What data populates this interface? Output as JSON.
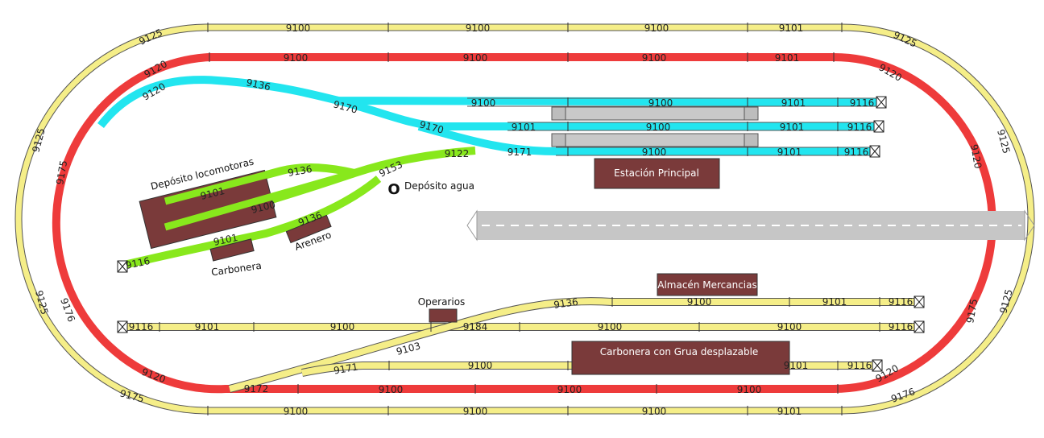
{
  "colors": {
    "outer_track": "#f5ee88",
    "red_track": "#ee3b3b",
    "cyan_track": "#22e5ef",
    "green_track": "#88e81c",
    "building": "#7a3a3a",
    "platform": "#bdbdbd",
    "road": "#c6c6c6"
  },
  "track_labels": {
    "outer_top": [
      "9100",
      "9100",
      "9100",
      "9101"
    ],
    "outer_bottom": [
      "9100",
      "9100",
      "9100",
      "9101"
    ],
    "outer_curves": [
      "9125",
      "9125",
      "9125",
      "9125",
      "9125",
      "9125",
      "9175",
      "9176"
    ],
    "red_top": [
      "9100",
      "9100",
      "9100",
      "9101"
    ],
    "red_bottom": [
      "9100",
      "9100",
      "9100",
      "9172"
    ],
    "red_curves": [
      "9120",
      "9120",
      "9120",
      "9120",
      "9120",
      "9175",
      "9176",
      "9175"
    ],
    "cyan": [
      "9120",
      "9136",
      "9170",
      "9170",
      "9100",
      "9100",
      "9101",
      "9116",
      "9101",
      "9100",
      "9101",
      "9116",
      "9171",
      "9100",
      "9101",
      "9116"
    ],
    "green": [
      "9122",
      "9153",
      "9136",
      "9101",
      "9100",
      "9136",
      "9101",
      "9116"
    ],
    "yellow_lower": [
      "9136",
      "9100",
      "9101",
      "9116",
      "9116",
      "9101",
      "9100",
      "9184",
      "9100",
      "9100",
      "9116",
      "9171",
      "9103",
      "9100",
      "9101",
      "9116"
    ]
  },
  "buildings": {
    "deposito": "Depósito locomotoras",
    "deposito_agua": "Depósito agua",
    "agua_symbol": "O",
    "arenero": "Arenero",
    "carbonera": "Carbonera",
    "estacion": "Estación Principal",
    "almacen": "Almacén Mercancias",
    "operarios": "Operarios",
    "carbonera_grua": "Carbonera con Grua desplazable"
  }
}
